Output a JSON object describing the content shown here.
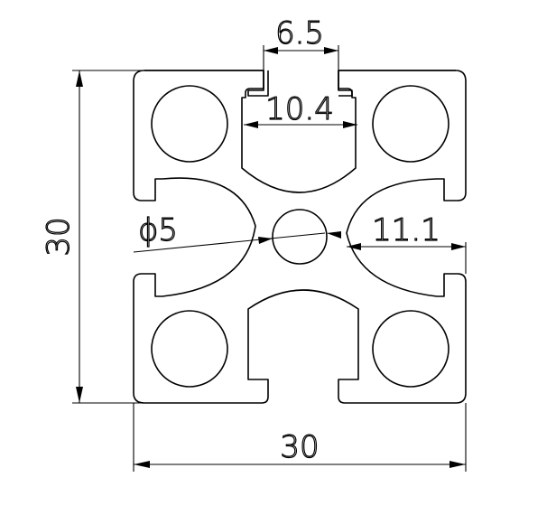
{
  "profile": {
    "dimensions": {
      "slot_opening": "6.5",
      "slot_inner_width": "10.4",
      "center_hole_diameter": "ϕ5",
      "groove_depth": "11.1",
      "overall_height": "30",
      "overall_width": "30"
    },
    "colors": {
      "line": "#000000",
      "background": "#ffffff"
    }
  }
}
